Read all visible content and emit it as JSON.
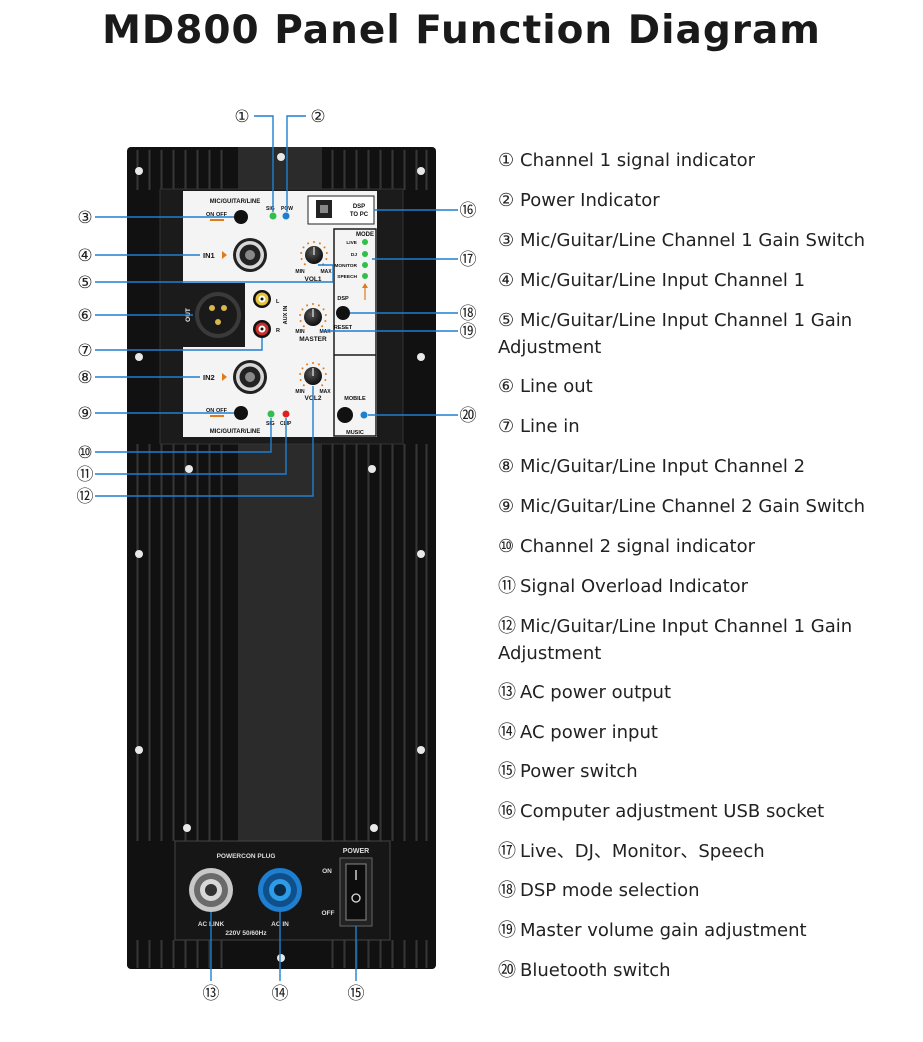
{
  "title": "MD800 Panel Function Diagram",
  "panel": {
    "mic_guitar_line_top": "MIC/GUITAR/LINE",
    "on_label": "ON",
    "off_label": "OFF",
    "sig_label": "SIG",
    "pow_label": "POW",
    "dsp_to_pc": [
      "DSP",
      "TO PC"
    ],
    "mode": "MODE",
    "mode_items": [
      "LIVE",
      "DJ",
      "MONITOR",
      "SPEECH"
    ],
    "in1": "IN1",
    "in2": "IN2",
    "vol1": "VOL1",
    "vol2": "VOL2",
    "master": "MASTER",
    "min": "MIN",
    "max": "MAX",
    "out": "OUT",
    "aux_in": "AUX IN",
    "l": "L",
    "r": "R",
    "dsp": "DSP",
    "reset": "RESET",
    "mobile": "MOBILE",
    "music": "MUSIC",
    "mic_guitar_line_bottom": "MIC/GUITAR/LINE",
    "clip": "CLIP",
    "powercon_plug": "POWERCON PLUG",
    "ac_link": "AC LINK",
    "ac_in": "AC IN",
    "voltage": "220V 50/60Hz",
    "power": "POWER",
    "power_on": "ON",
    "power_off": "OFF"
  },
  "callouts": [
    "①",
    "②",
    "③",
    "④",
    "⑤",
    "⑥",
    "⑦",
    "⑧",
    "⑨",
    "⑩",
    "⑪",
    "⑫",
    "⑬",
    "⑭",
    "⑮",
    "⑯",
    "⑰",
    "⑱",
    "⑲",
    "⑳"
  ],
  "legend": [
    {
      "num": "①",
      "text": "Channel 1 signal indicator"
    },
    {
      "num": "②",
      "text": "Power Indicator"
    },
    {
      "num": "③",
      "text": "Mic/Guitar/Line Channel 1 Gain Switch"
    },
    {
      "num": "④",
      "text": "Mic/Guitar/Line Input Channel 1"
    },
    {
      "num": "⑤",
      "text": "Mic/Guitar/Line Input Channel 1 Gain Adjustment"
    },
    {
      "num": "⑥",
      "text": "Line out"
    },
    {
      "num": "⑦",
      "text": "Line in"
    },
    {
      "num": "⑧",
      "text": "Mic/Guitar/Line Input Channel 2"
    },
    {
      "num": "⑨",
      "text": "Mic/Guitar/Line Channel 2 Gain Switch"
    },
    {
      "num": "⑩",
      "text": "Channel 2 signal indicator"
    },
    {
      "num": "⑪",
      "text": "Signal Overload Indicator"
    },
    {
      "num": "⑫",
      "text": "Mic/Guitar/Line Input Channel 1 Gain Adjustment"
    },
    {
      "num": "⑬",
      "text": "AC power output"
    },
    {
      "num": "⑭",
      "text": "AC power input"
    },
    {
      "num": "⑮",
      "text": "Power switch"
    },
    {
      "num": "⑯",
      "text": "Computer adjustment USB socket"
    },
    {
      "num": "⑰",
      "text": "Live、DJ、Monitor、Speech"
    },
    {
      "num": "⑱",
      "text": "DSP mode selection"
    },
    {
      "num": "⑲",
      "text": "Master volume gain adjustment"
    },
    {
      "num": "⑳",
      "text": "Bluetooth switch"
    }
  ],
  "colors": {
    "panel": "#141414",
    "fin": "#2a2a2a",
    "accent_blue": "#1e7fd0",
    "led_green": "#2fbf4a",
    "led_red": "#e02020",
    "knob_dots": "#e07a1a"
  }
}
